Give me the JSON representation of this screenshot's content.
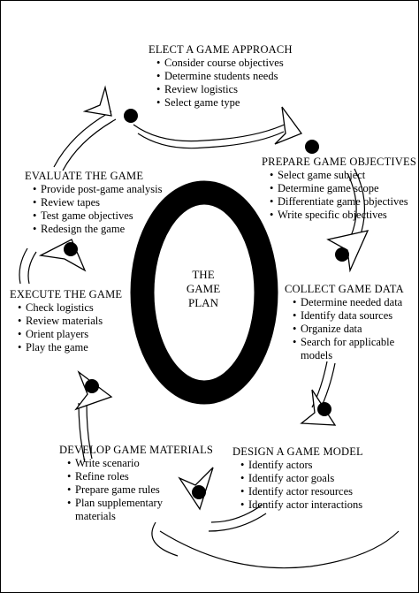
{
  "center_label": [
    "THE",
    "GAME",
    "PLAN"
  ],
  "steps": [
    {
      "title": "ELECT A GAME APPROACH",
      "items": [
        "Consider course objectives",
        "Determine students needs",
        "Review logistics",
        "Select game type"
      ]
    },
    {
      "title": "PREPARE GAME OBJECTIVES",
      "items": [
        "Select game subject",
        "Determine game scope",
        "Differentiate game objectives",
        "Write specific objectives"
      ]
    },
    {
      "title": "COLLECT GAME DATA",
      "items": [
        "Determine needed data",
        "Identify data sources",
        "Organize data",
        "Search for applicable",
        "models"
      ]
    },
    {
      "title": "DESIGN A GAME MODEL",
      "items": [
        "Identify actors",
        "Identify actor goals",
        "Identify actor resources",
        "Identify actor interactions"
      ]
    },
    {
      "title": "DEVELOP GAME MATERIALS",
      "items": [
        "Write scenario",
        "Refine roles",
        "Prepare game rules",
        "Plan supplementary",
        "materials"
      ]
    },
    {
      "title": "EXECUTE THE GAME",
      "items": [
        "Check logistics",
        "Review materials",
        "Orient players",
        "Play the game"
      ]
    },
    {
      "title": "EVALUATE THE GAME",
      "items": [
        "Provide post-game analysis",
        "Review tapes",
        "Test game objectives",
        "Redesign the game"
      ]
    }
  ],
  "colors": {
    "ink": "#000000",
    "paper": "#ffffff"
  }
}
